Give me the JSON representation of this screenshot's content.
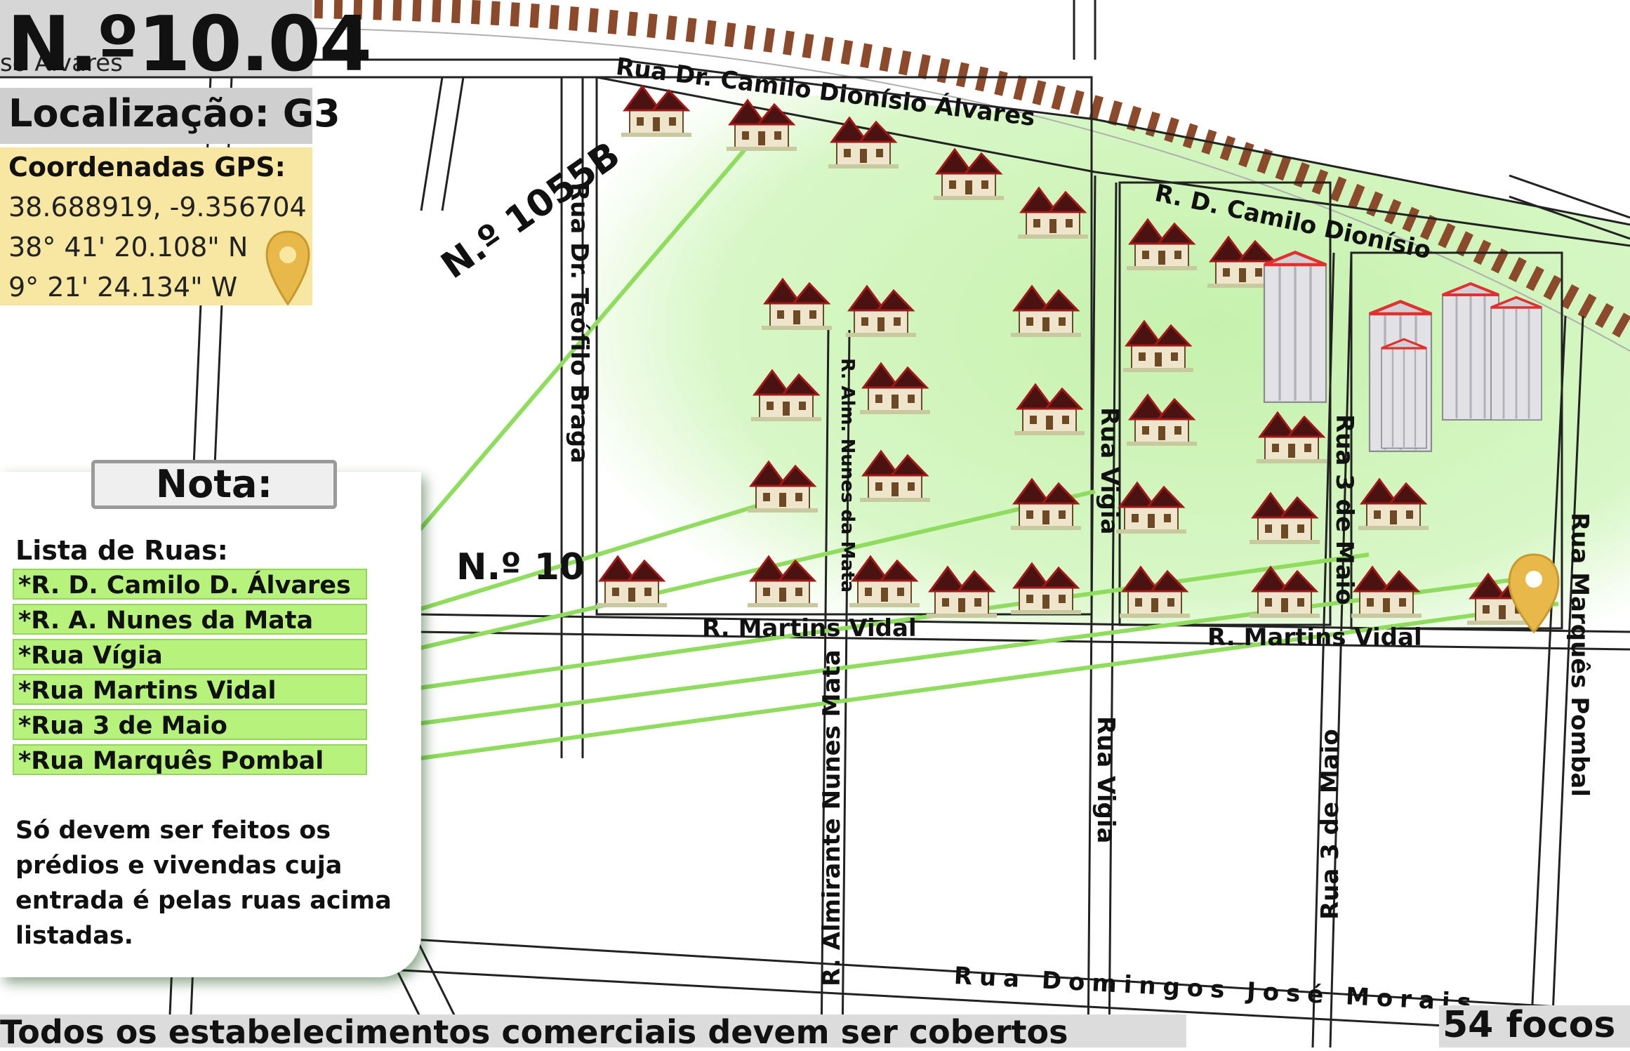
{
  "header": {
    "title": "N.º10.04",
    "partial_street": "so Álvares",
    "location": "Localização: G3"
  },
  "gps": {
    "heading": "Coordenadas GPS:",
    "decimal": "38.688919, -9.356704",
    "lat": "38° 41' 20.108\" N",
    "lon": "9° 21' 24.134\" W"
  },
  "nota": {
    "title": "Nota:",
    "list_heading": "Lista de Ruas:",
    "streets": [
      "*R. D. Camilo D. Álvares",
      "*R. A. Nunes da Mata",
      "*Rua Vígia",
      "*Rua Martins Vidal",
      "*Rua 3 de Maio",
      "*Rua Marquês Pombal"
    ],
    "text": "Só devem ser feitos os prédios e vivendas cuja entrada é pelas ruas acima listadas."
  },
  "map_labels": {
    "rua_camilo_top": "Rua Dr. Camilo Dionísio Álvares",
    "r_d_camilo": "R. D. Camilo Dionísio",
    "rua_teofilo": "Rua Dr. Teófilo Braga",
    "r_alm_nunes": "R. Alm. Nunes da Mata",
    "rua_vigia_1": "Rua Vigia",
    "rua_vigia_2": "Rua Vigia",
    "rua_3maio_1": "Rua 3 de Maio",
    "rua_3maio_2": "Rua 3 de Maio",
    "rua_marques": "Rua Marquês Pombal",
    "r_martins_1": "R. Martins Vidal",
    "r_martins_2": "R. Martins Vidal",
    "r_almirante": "R. Almirante Nunes Mata",
    "rua_domingos": "Rua Domingos José Morais",
    "num_1055b": "N.º 1055B",
    "num_10": "N.º 10"
  },
  "footer": {
    "bottom_text": "Todos os estabelecimentos comerciais devem ser cobertos",
    "focos": "54 focos"
  },
  "colors": {
    "green_area": "#c9f3b2",
    "street_highlight": "#b7f27d",
    "railway": "#8b4a2b",
    "gps_panel": "#f7e7a3",
    "pin": "#e8b84a"
  }
}
